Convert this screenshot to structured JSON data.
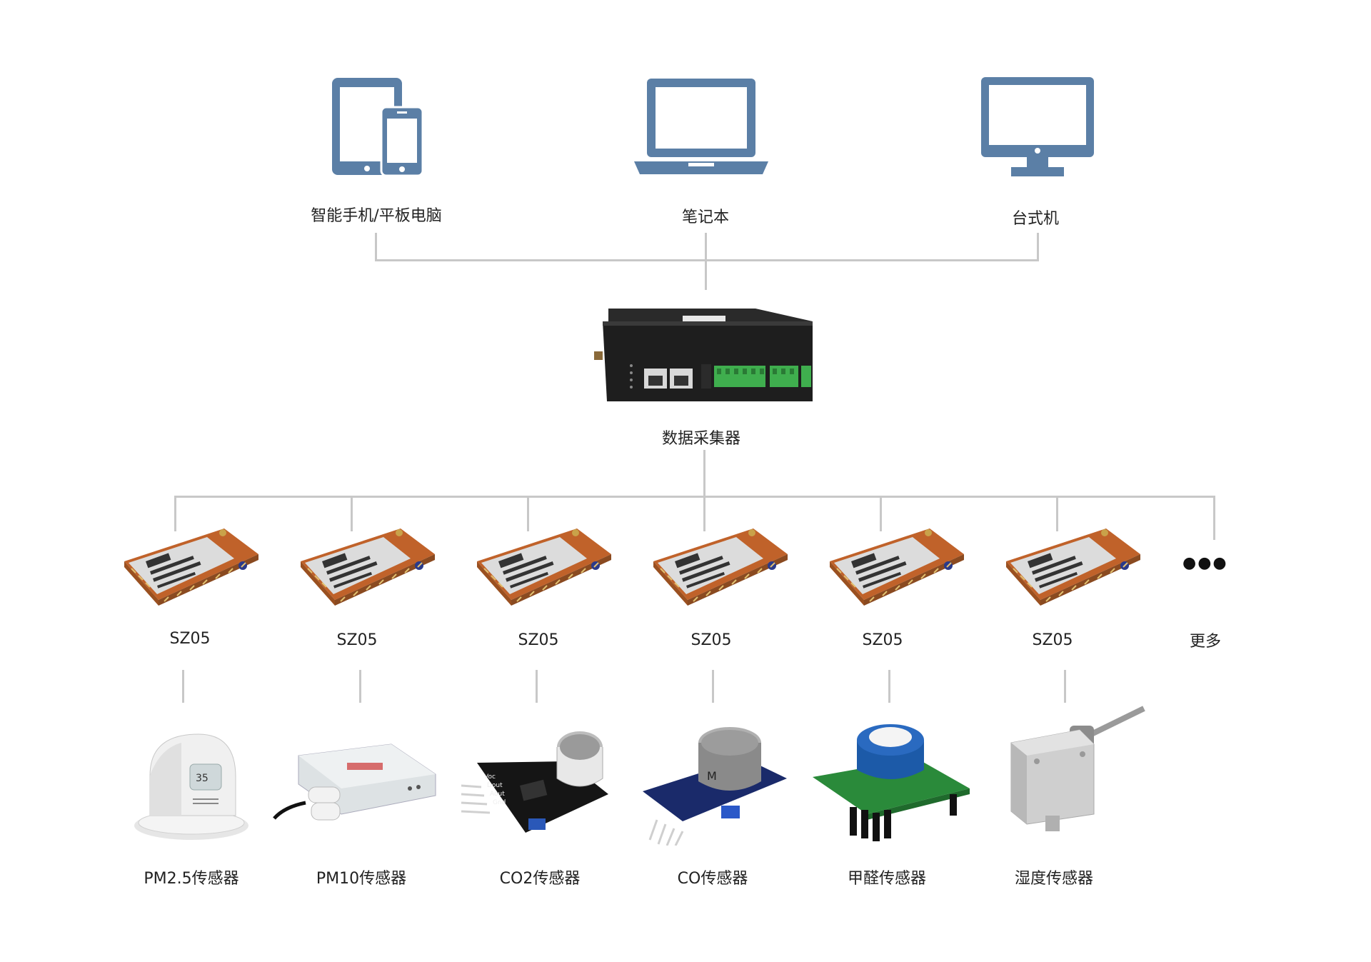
{
  "top_devices": [
    {
      "label": "智能手机/平板电脑",
      "icon": "tablet-phone-icon"
    },
    {
      "label": "笔记本",
      "icon": "laptop-icon"
    },
    {
      "label": "台式机",
      "icon": "desktop-monitor-icon"
    }
  ],
  "gateway": {
    "label": "数据采集器"
  },
  "modules": [
    {
      "label": "SZ05"
    },
    {
      "label": "SZ05"
    },
    {
      "label": "SZ05"
    },
    {
      "label": "SZ05"
    },
    {
      "label": "SZ05"
    },
    {
      "label": "SZ05"
    }
  ],
  "more": {
    "label": "更多",
    "symbol": "●●●"
  },
  "sensors": [
    {
      "label": "PM2.5传感器"
    },
    {
      "label": "PM10传感器"
    },
    {
      "label": "CO2传感器"
    },
    {
      "label": "CO传感器"
    },
    {
      "label": "甲醛传感器"
    },
    {
      "label": "湿度传感器"
    }
  ],
  "colors": {
    "icon": "#5b7fa6",
    "line": "#c8c8c8",
    "module_board": "#c0622a",
    "terminal": "#3fae4e"
  }
}
